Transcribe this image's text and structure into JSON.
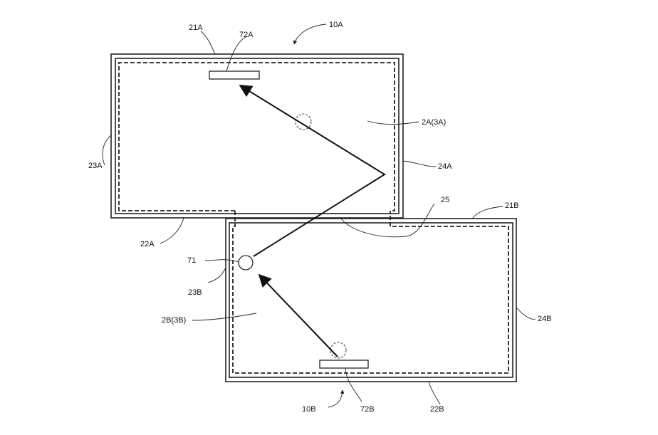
{
  "labels": {
    "l10A": "10A",
    "l21A": "21A",
    "l72A": "72A",
    "l2A": "2A(3A)",
    "l23A": "23A",
    "l24A": "24A",
    "l22A": "22A",
    "l25": "25",
    "l21B": "21B",
    "l71": "71",
    "l23B": "23B",
    "l2B": "2B(3B)",
    "l24B": "24B",
    "l10B": "10B",
    "l72B": "72B",
    "l22B": "22B"
  }
}
